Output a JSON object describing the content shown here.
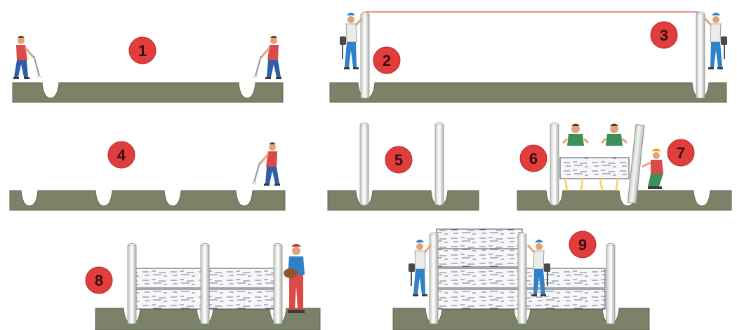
{
  "colors": {
    "ground": "#7b8268",
    "ground_edge": "#5f6650",
    "badge": "#e23d3d",
    "badge_text": "#3a0d0d",
    "pillar": "#e9ece9",
    "pillar_edge": "#8a8f8a",
    "panel_texture": "#6f7588",
    "shirt_red": "#d94a48",
    "jeans_blue": "#2d5ea8",
    "shirt_green": "#3f8f5a",
    "helmet_blue": "#2f82c7",
    "helmet_yellow": "#f0a020",
    "laser_line": "#e0504a"
  },
  "steps": [
    {
      "number": "1",
      "description_icon": "digging-worker-icon"
    },
    {
      "number": "2",
      "description_icon": "pillar-install-icon"
    },
    {
      "number": "3",
      "description_icon": "laser-level-icon"
    },
    {
      "number": "4",
      "description_icon": "digging-worker-icon"
    },
    {
      "number": "5",
      "description_icon": "pillar-icon"
    },
    {
      "number": "6",
      "description_icon": "panel-install-icon"
    },
    {
      "number": "7",
      "description_icon": "panel-install-icon"
    },
    {
      "number": "8",
      "description_icon": "concrete-pour-icon"
    },
    {
      "number": "9",
      "description_icon": "top-panel-icon"
    }
  ]
}
